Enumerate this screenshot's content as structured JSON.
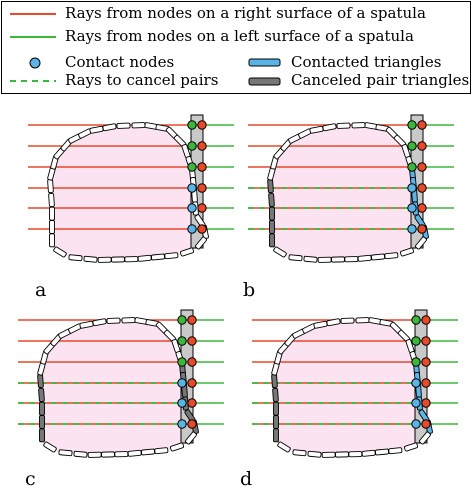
{
  "legend": {
    "right_rays": "Rays from nodes on a right surface of a spatula",
    "left_rays": "Rays from nodes on a left surface of a spatula",
    "contact_nodes": "Contact nodes",
    "contacted_triangles": "Contacted triangles",
    "cancel_rays": "Rays to cancel pairs",
    "canceled_triangles": "Canceled pair triangles"
  },
  "panels": [
    {
      "label": "a"
    },
    {
      "label": "b"
    },
    {
      "label": "c"
    },
    {
      "label": "d"
    }
  ],
  "colors": {
    "right_ray": "#e8492a",
    "left_ray": "#3bb83b",
    "contact_node": "#5ab4e6",
    "contacted_triangle": "#5ab4e6",
    "canceled_triangle": "#777777",
    "body_fill": "#fbe3f1",
    "spatula": "#c9c9c9"
  }
}
